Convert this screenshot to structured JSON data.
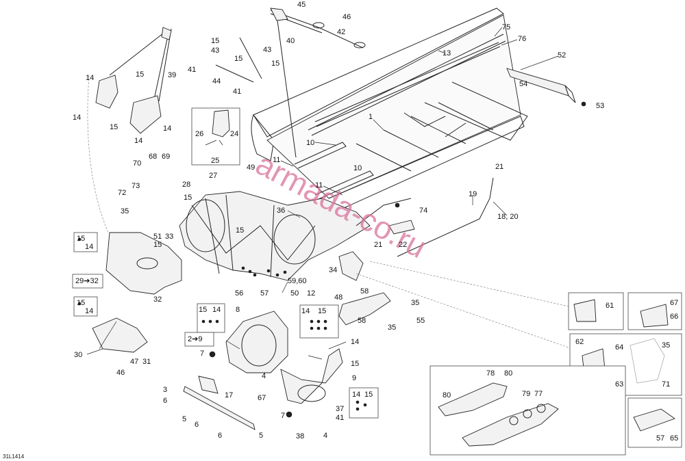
{
  "watermark": "armada-co.ru",
  "drawing_code": "31L1414",
  "labels": {
    "l1": "1",
    "l2to9": "2➔9",
    "l3": "3",
    "l4": "4",
    "l5": "5",
    "l6": "6",
    "l7": "7",
    "l8": "8",
    "l9": "9",
    "l10": "10",
    "l11": "11",
    "l12": "12",
    "l13": "13",
    "l14": "14",
    "l15": "15",
    "l17": "17",
    "l18_20": "18, 20",
    "l19": "19",
    "l21": "21",
    "l22": "22",
    "l24": "24",
    "l25": "25",
    "l26": "26",
    "l27": "27",
    "l28": "28",
    "l29to32": "29➔32",
    "l30": "30",
    "l31": "31",
    "l32": "32",
    "l33": "33",
    "l34": "34",
    "l35": "35",
    "l36": "36",
    "l37": "37",
    "l38": "38",
    "l39": "39",
    "l40": "40",
    "l41": "41",
    "l42": "42",
    "l43": "43",
    "l44": "44",
    "l45": "45",
    "l46": "46",
    "l47": "47",
    "l48": "48",
    "l49": "49",
    "l50": "50",
    "l51": "51",
    "l52": "52",
    "l53": "53",
    "l54": "54",
    "l55": "55",
    "l56": "56",
    "l57": "57",
    "l58": "58",
    "l59_60": "59,60",
    "l61": "61",
    "l62": "62",
    "l63": "63",
    "l64": "64",
    "l65": "65",
    "l66": "66",
    "l67": "67",
    "l68": "68",
    "l69": "69",
    "l70": "70",
    "l71": "71",
    "l72": "72",
    "l73": "73",
    "l74": "74",
    "l75": "75",
    "l76": "76",
    "l77": "77",
    "l78": "78",
    "l79": "79",
    "l80": "80"
  }
}
